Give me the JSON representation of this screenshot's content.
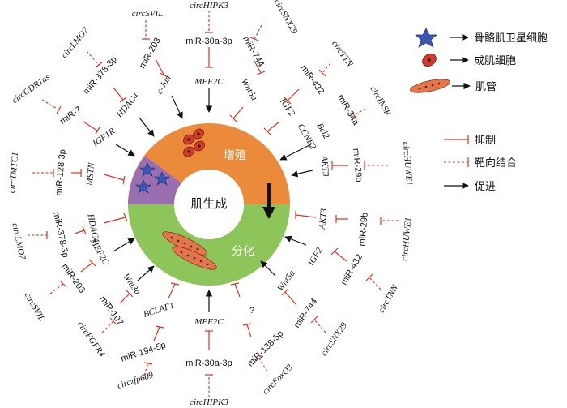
{
  "center": {
    "label": "肌生成"
  },
  "segments": {
    "proliferation": "增殖",
    "differentiation": "分化"
  },
  "legend": {
    "satellite_cell": "骨骼肌卫星细胞",
    "myoblast": "成肌细胞",
    "myotube": "肌管",
    "inhibit": "抑制",
    "target_binding": "靶向结合",
    "promote": "促进"
  },
  "colors": {
    "proliferation": "#ec8a3b",
    "differentiation": "#8dc55a",
    "satellite": "#9a6fb0",
    "inhibit": "#e0301e"
  },
  "labels": {
    "g_mef2c_top": "MEF2C",
    "m_mir30a_top": "miR-30a-3p",
    "c_circhipk3_top": "circHIPK3",
    "g_cjun": "c-Jun",
    "m_mir203_top": "miR-203",
    "c_circsvil_top": "circSVIL",
    "g_hdac4_top": "HDAC4",
    "m_mir378_top": "miR-378-3p",
    "c_circlmo7_top": "circLMO7",
    "g_igf1r": "IGF1R",
    "m_mir7": "miR-7",
    "c_circcdr1as": "circCDR1as",
    "g_mstn": "MSTN",
    "m_mir128": "miR-128-3p",
    "c_circtmtc1": "circTMTC1",
    "g_wnt5a_top": "Wnt5a",
    "m_mir744_top": "miR-744",
    "c_circsnx29_top": "circSNX29",
    "g_igf2_top": "IGF2",
    "m_mir432_top": "miR-432",
    "c_circttn_top": "circTTN",
    "g_bcl2": "Bcl2",
    "g_ccne2": "CCNE2",
    "m_mir34a": "miR-34a",
    "c_circinsr": "circINSR",
    "g_akt3_top": "AKT3",
    "m_mir29b_top": "miR-29b",
    "c_circhuwe1_top": "circHUWE1",
    "g_akt3_bot": "AKT3",
    "m_mir29b_bot": "miR-29b",
    "c_circhuwe1_bot": "circHUWE1",
    "g_igf2_bot": "IGF2",
    "m_mir432_bot": "miR-432",
    "c_circttn_bot": "circTNN",
    "g_wnt5a_bot": "Wnt5a",
    "m_mir744_bot": "miR-744",
    "c_circsnx29_bot": "circSNX29",
    "q_mark": "?",
    "m_mir138": "miR-138-5p",
    "c_circfoxo3": "circFoxO3",
    "g_mef2c_bot": "MEF2C",
    "m_mir30a_bot": "miR-30a-3p",
    "c_circhipk3_bot": "circHIPK3",
    "g_bclaf1": "BCLAF1",
    "m_mir194": "miR-194-5p",
    "c_circzfp609": "circzfp609",
    "g_wnt3a": "Wnt3a",
    "m_mir107": "miR-107",
    "c_circfgfr4": "circFGFR4",
    "g_mef2c_left": "MEF2C",
    "m_mir203_bot": "miR-203",
    "c_circsvil_bot": "circSVIL",
    "g_hdac4_bot": "HDAC4",
    "m_mir378_bot": "miR-378-3p",
    "c_circlmo7_bot": "circLMO7"
  }
}
